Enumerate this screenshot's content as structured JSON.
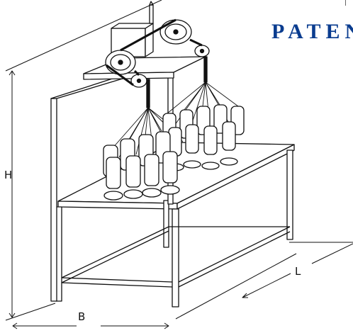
{
  "brand": {
    "text": "PATEN",
    "color": "#0a3c8f"
  },
  "dimensions": {
    "height": "H",
    "width": "B",
    "length": "L"
  },
  "colors": {
    "line": "#111111",
    "background": "#ffffff"
  }
}
